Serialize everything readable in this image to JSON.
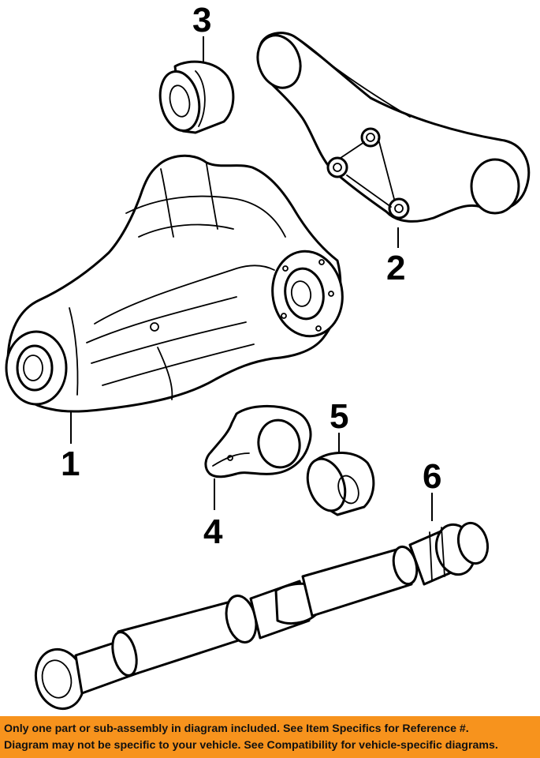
{
  "callouts": {
    "c1": "1",
    "c2": "2",
    "c3": "3",
    "c4": "4",
    "c5": "5",
    "c6": "6"
  },
  "banner": {
    "line1": "Only one part or sub-assembly in diagram included. See Item Specifics for Reference #.",
    "line2": "Diagram may not be specific to your vehicle. See Compatibility for vehicle-specific diagrams."
  },
  "colors": {
    "banner_bg": "#f7931d",
    "line": "#000000",
    "background": "#ffffff"
  }
}
